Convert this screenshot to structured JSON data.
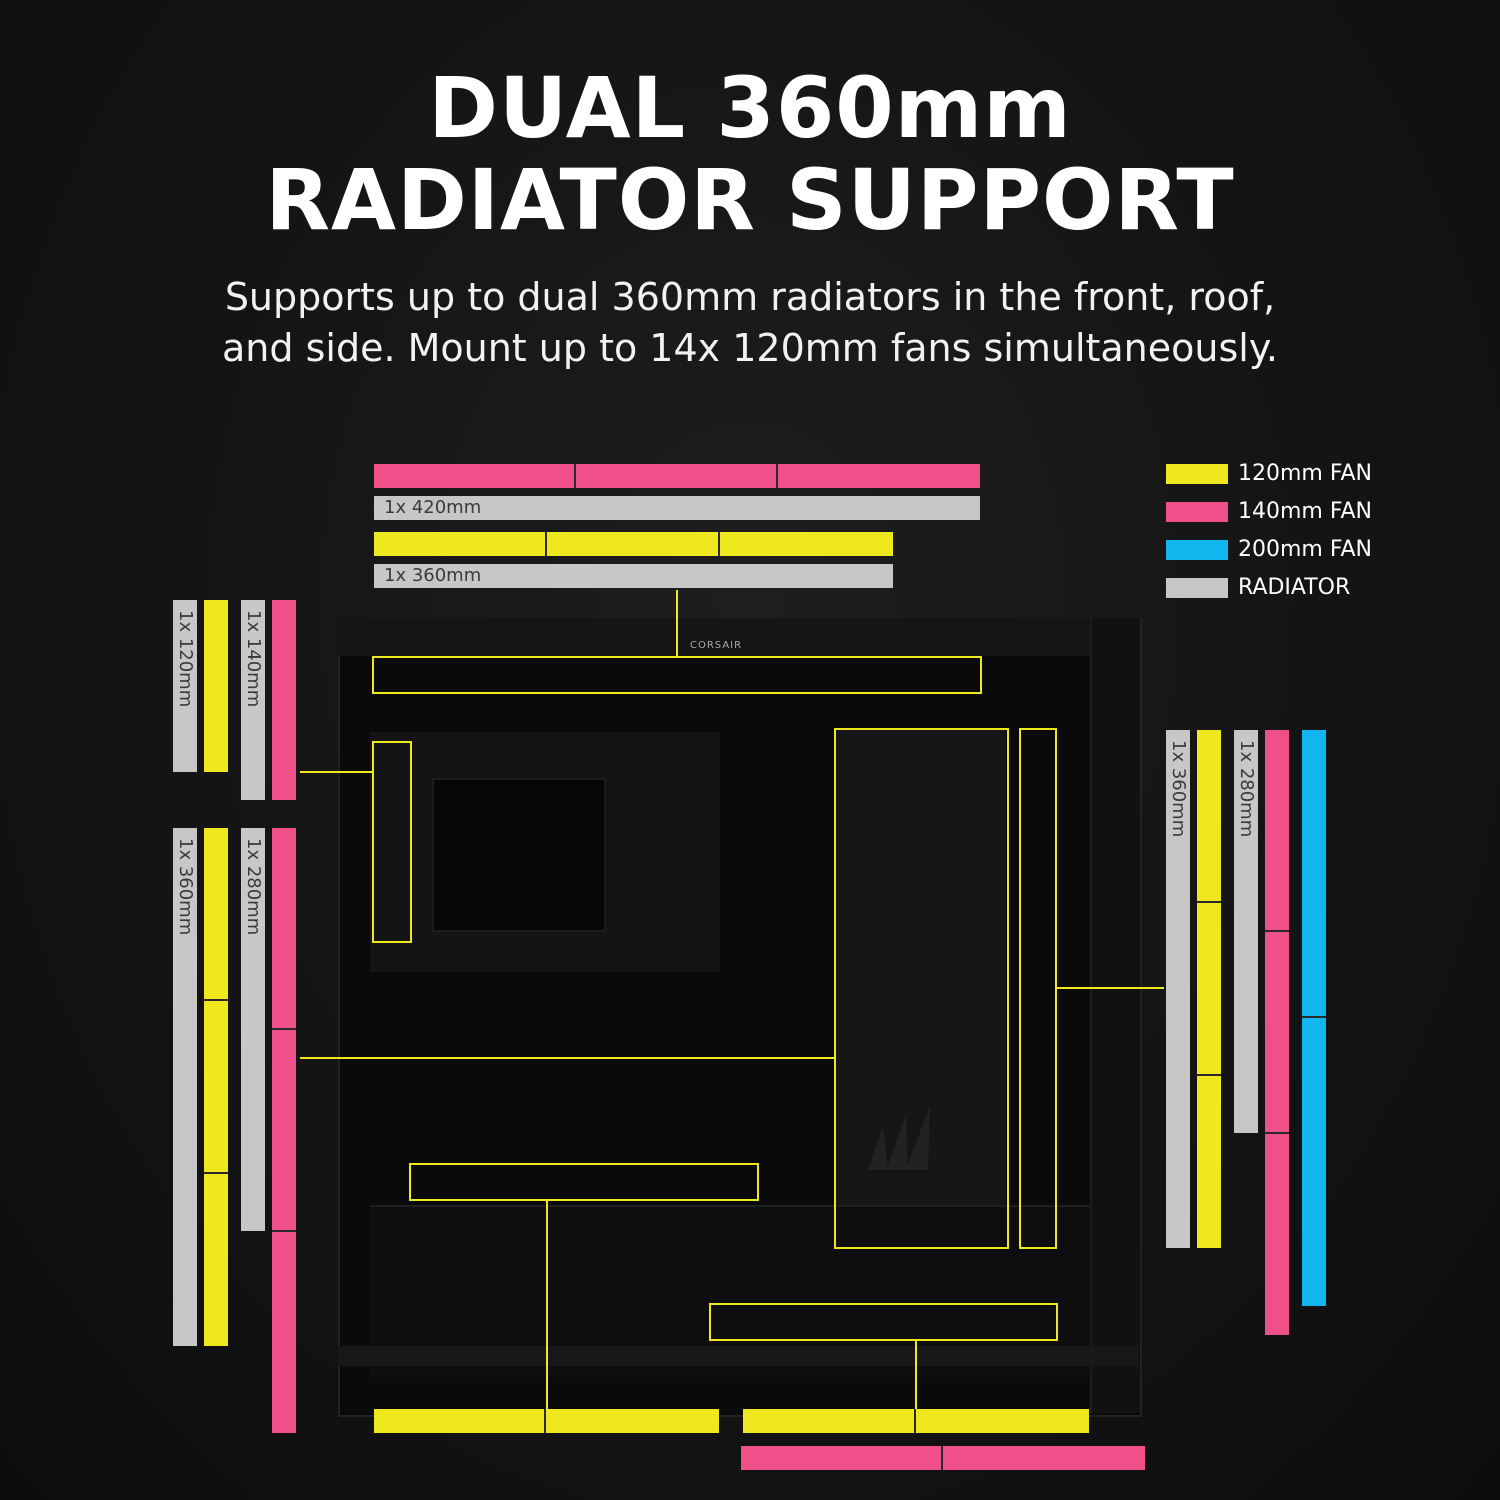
{
  "header": {
    "title_line1": "DUAL 360mm",
    "title_line2": "RADIATOR SUPPORT",
    "subtitle_line1": "Supports up to dual 360mm radiators in the front, roof,",
    "subtitle_line2": "and side. Mount up to 14x 120mm fans simultaneously."
  },
  "legend": [
    {
      "label": "120mm FAN",
      "color": "#f0e81e"
    },
    {
      "label": "140mm FAN",
      "color": "#f0508a"
    },
    {
      "label": "200mm FAN",
      "color": "#12b6ef"
    },
    {
      "label": "RADIATOR",
      "color": "#c7c7c7"
    }
  ],
  "top": {
    "rad_420": "1x 420mm",
    "rad_360": "1x 360mm"
  },
  "left": {
    "rad_120": "1x 120mm",
    "rad_140": "1x 140mm",
    "rad_360": "1x 360mm",
    "rad_280": "1x 280mm"
  },
  "right": {
    "rad_360": "1x 360mm",
    "rad_280": "1x 280mm"
  },
  "case": {
    "brand": "CORSAIR"
  }
}
